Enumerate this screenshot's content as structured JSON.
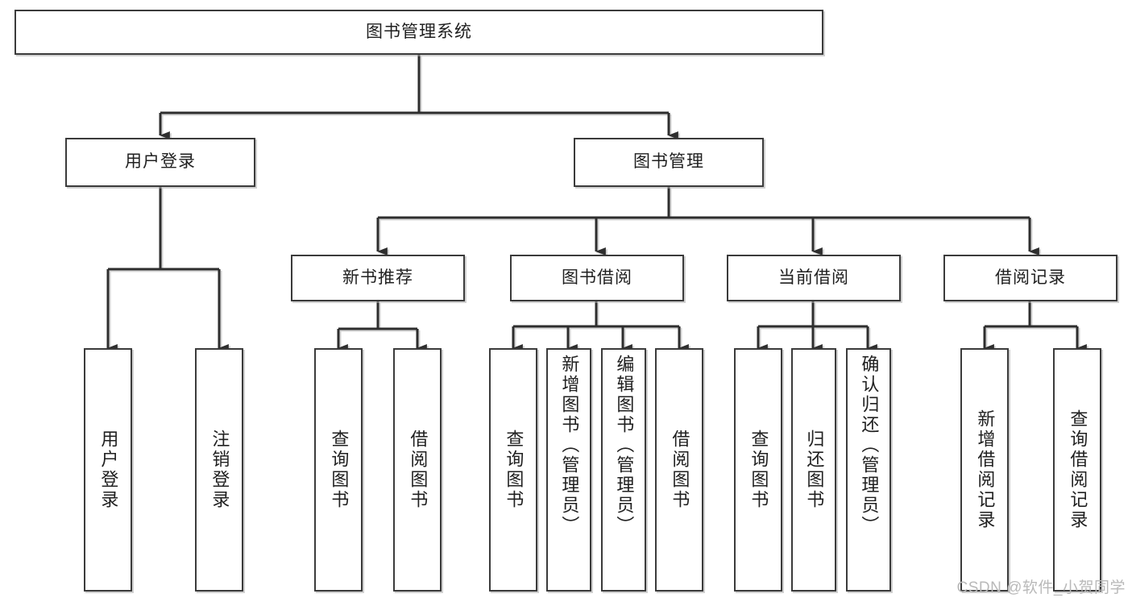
{
  "diagram": {
    "title": "图书管理系统",
    "watermark": "CSDN @软件_小贺同学",
    "line_color": "#3b3b3b",
    "box_fill": "#ffffff",
    "text_color": "#202020",
    "watermark_color": "#b9b9b9"
  },
  "nodes": {
    "root": {
      "label": "图书管理系统"
    },
    "level1": [
      {
        "label": "用户登录"
      },
      {
        "label": "图书管理"
      }
    ],
    "level2": [
      {
        "label": "新书推荐"
      },
      {
        "label": "图书借阅"
      },
      {
        "label": "当前借阅"
      },
      {
        "label": "借阅记录"
      }
    ],
    "leaves_user_login": [
      {
        "label": "用户登录"
      },
      {
        "label": "注销登录"
      }
    ],
    "leaves_new_book": [
      {
        "label": "查询图书"
      },
      {
        "label": "借阅图书"
      }
    ],
    "leaves_borrow": [
      {
        "label": "查询图书"
      },
      {
        "label": "新增图书（管理员）"
      },
      {
        "label": "编辑图书（管理员）"
      },
      {
        "label": "借阅图书"
      }
    ],
    "leaves_current": [
      {
        "label": "查询图书"
      },
      {
        "label": "归还图书"
      },
      {
        "label": "确认归还（管理员）"
      }
    ],
    "leaves_record": [
      {
        "label": "新增借阅记录"
      },
      {
        "label": "查询借阅记录"
      }
    ]
  }
}
